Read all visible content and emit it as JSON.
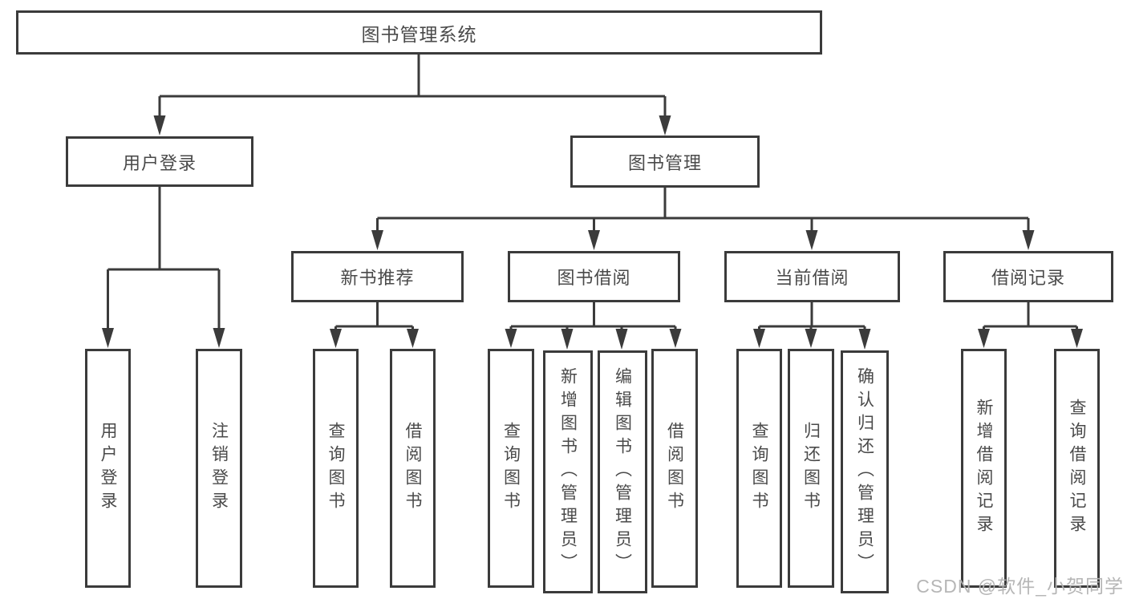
{
  "root": {
    "label": "图书管理系统"
  },
  "level1": [
    {
      "label": "用户登录",
      "children": [
        {
          "label": "用户登录"
        },
        {
          "label": "注销登录"
        }
      ]
    },
    {
      "label": "图书管理",
      "children": [
        {
          "label": "新书推荐",
          "children": [
            {
              "label": "查询图书"
            },
            {
              "label": "借阅图书"
            }
          ]
        },
        {
          "label": "图书借阅",
          "children": [
            {
              "label": "查询图书"
            },
            {
              "label": "新增图书（管理员）"
            },
            {
              "label": "编辑图书（管理员）"
            },
            {
              "label": "借阅图书"
            }
          ]
        },
        {
          "label": "当前借阅",
          "children": [
            {
              "label": "查询图书"
            },
            {
              "label": "归还图书"
            },
            {
              "label": "确认归还（管理员）"
            }
          ]
        },
        {
          "label": "借阅记录",
          "children": [
            {
              "label": "新增借阅记录"
            },
            {
              "label": "查询借阅记录"
            }
          ]
        }
      ]
    }
  ],
  "watermark": "CSDN @软件_小贺同学",
  "colors": {
    "line": "#3b3b3b",
    "box_border": "#3b3b3b",
    "text": "#4a4a4a",
    "watermark": "#b2b2b2",
    "background": "#ffffff"
  }
}
